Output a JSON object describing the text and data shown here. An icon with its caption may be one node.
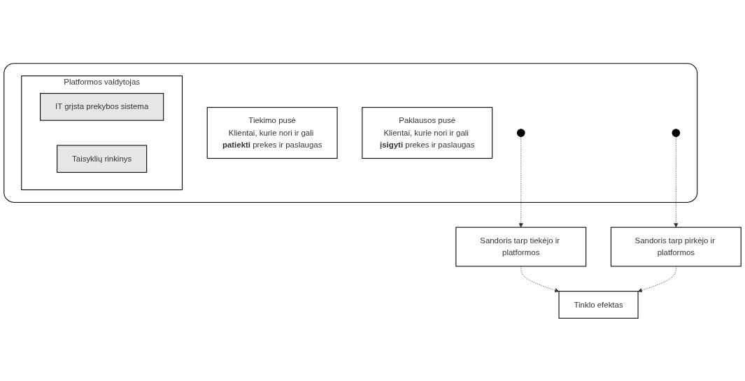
{
  "diagram": {
    "nodes": [
      {
        "text": [],
        "shape": "box"
      },
      {
        "text": [
          "Tiekimo pusė",
          "Klientai, kurie nori ir gali **patiekti** prekes ir paslaugas"
        ],
        "in": 0
      },
      {
        "text": [
          "Platformos valdytojas"
        ],
        "in": 0
      },
      {
        "text": [
          "IT grįsta prekybos sistema"
        ],
        "in": 2
      },
      {
        "text": [
          "Taisyklių rinkinys"
        ],
        "in": 2
      },
      {
        "text": [
          "Paklausos pusė",
          "Klientai, kurie nori ir gali **įsigyti** prekes ir paslaugas"
        ],
        "in": 0
      },
      {
        "text": [],
        "shape": "circle",
        "in": 0
      },
      {
        "text": [],
        "shape": "circle",
        "in": 0
      },
      {
        "text": [
          "Sandoris tarp tiekėjo ir platformos"
        ]
      },
      {
        "text": [
          "Tinklo efektas"
        ]
      },
      {
        "text": [
          "Sandoris tarp pirkėjo ir platformos"
        ]
      }
    ],
    "edges": [
      {
        "from": 6,
        "to": 8,
        "arrow": "to",
        "style": "dashed"
      },
      {
        "from": 7,
        "to": 10,
        "arrow": "to",
        "style": "dashed"
      },
      {
        "from": 8,
        "to": 9,
        "arrow": "to",
        "style": "dashed"
      },
      {
        "from": 10,
        "to": 9,
        "arrow": "to",
        "style": "dashed"
      }
    ]
  }
}
